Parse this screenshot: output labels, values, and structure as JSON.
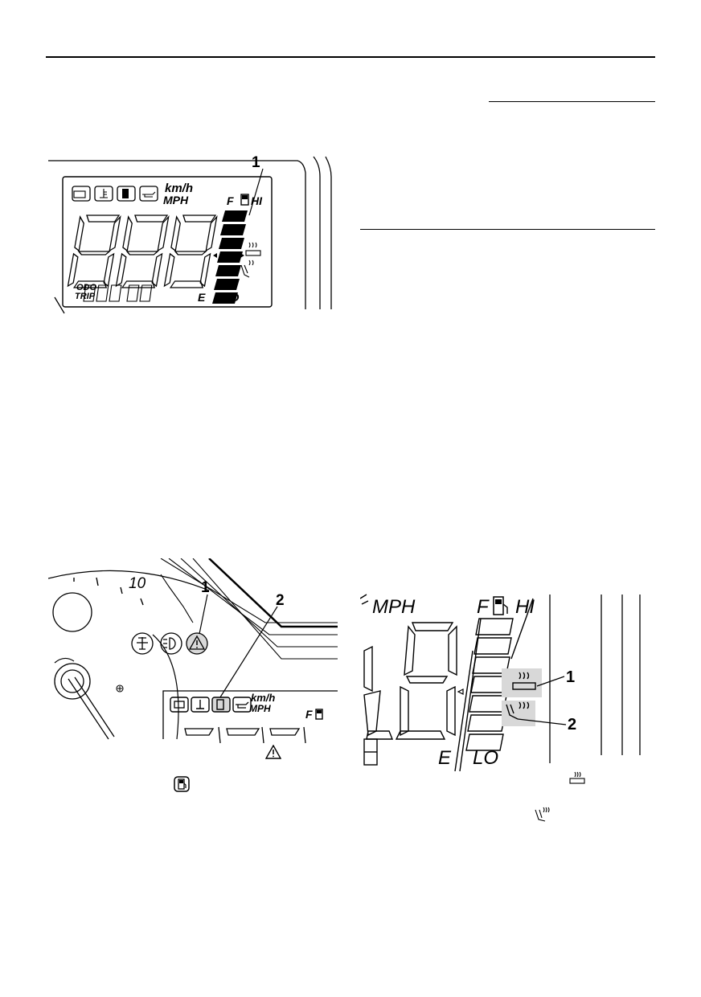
{
  "figure1": {
    "callout": "1",
    "speed_unit_kmh": "km/h",
    "speed_unit_mph": "MPH",
    "fuel_full": "F",
    "fuel_empty": "E",
    "level_hi": "HI",
    "level_lo": "LO",
    "odo_label": "ODO",
    "trip_label": "TRIP",
    "odometer_digits": "888.88",
    "warning_icons": [
      "engine-icon",
      "coolant-temp-icon",
      "fuel-icon",
      "oil-icon"
    ]
  },
  "figure2": {
    "callout_1": "1",
    "callout_2": "2",
    "tach_number": "10",
    "speed_unit_kmh": "km/h",
    "speed_unit_mph": "MPH",
    "fuel_full": "F",
    "indicator_icons": [
      "coolant-temp-icon",
      "headlight-icon",
      "warning-triangle-icon"
    ],
    "lcd_icons": [
      "engine-icon",
      "coolant-temp-icon",
      "fuel-icon",
      "oil-icon"
    ]
  },
  "figure3": {
    "callout_1": "1",
    "callout_2": "2",
    "speed_unit_mph": "MPH",
    "fuel_full": "F",
    "fuel_empty": "E",
    "level_hi": "HI",
    "level_lo": "LO"
  },
  "inline_icons": [
    "warning-triangle-icon",
    "fuel-icon",
    "grip-warmer-icon",
    "thumb-warmer-icon"
  ]
}
